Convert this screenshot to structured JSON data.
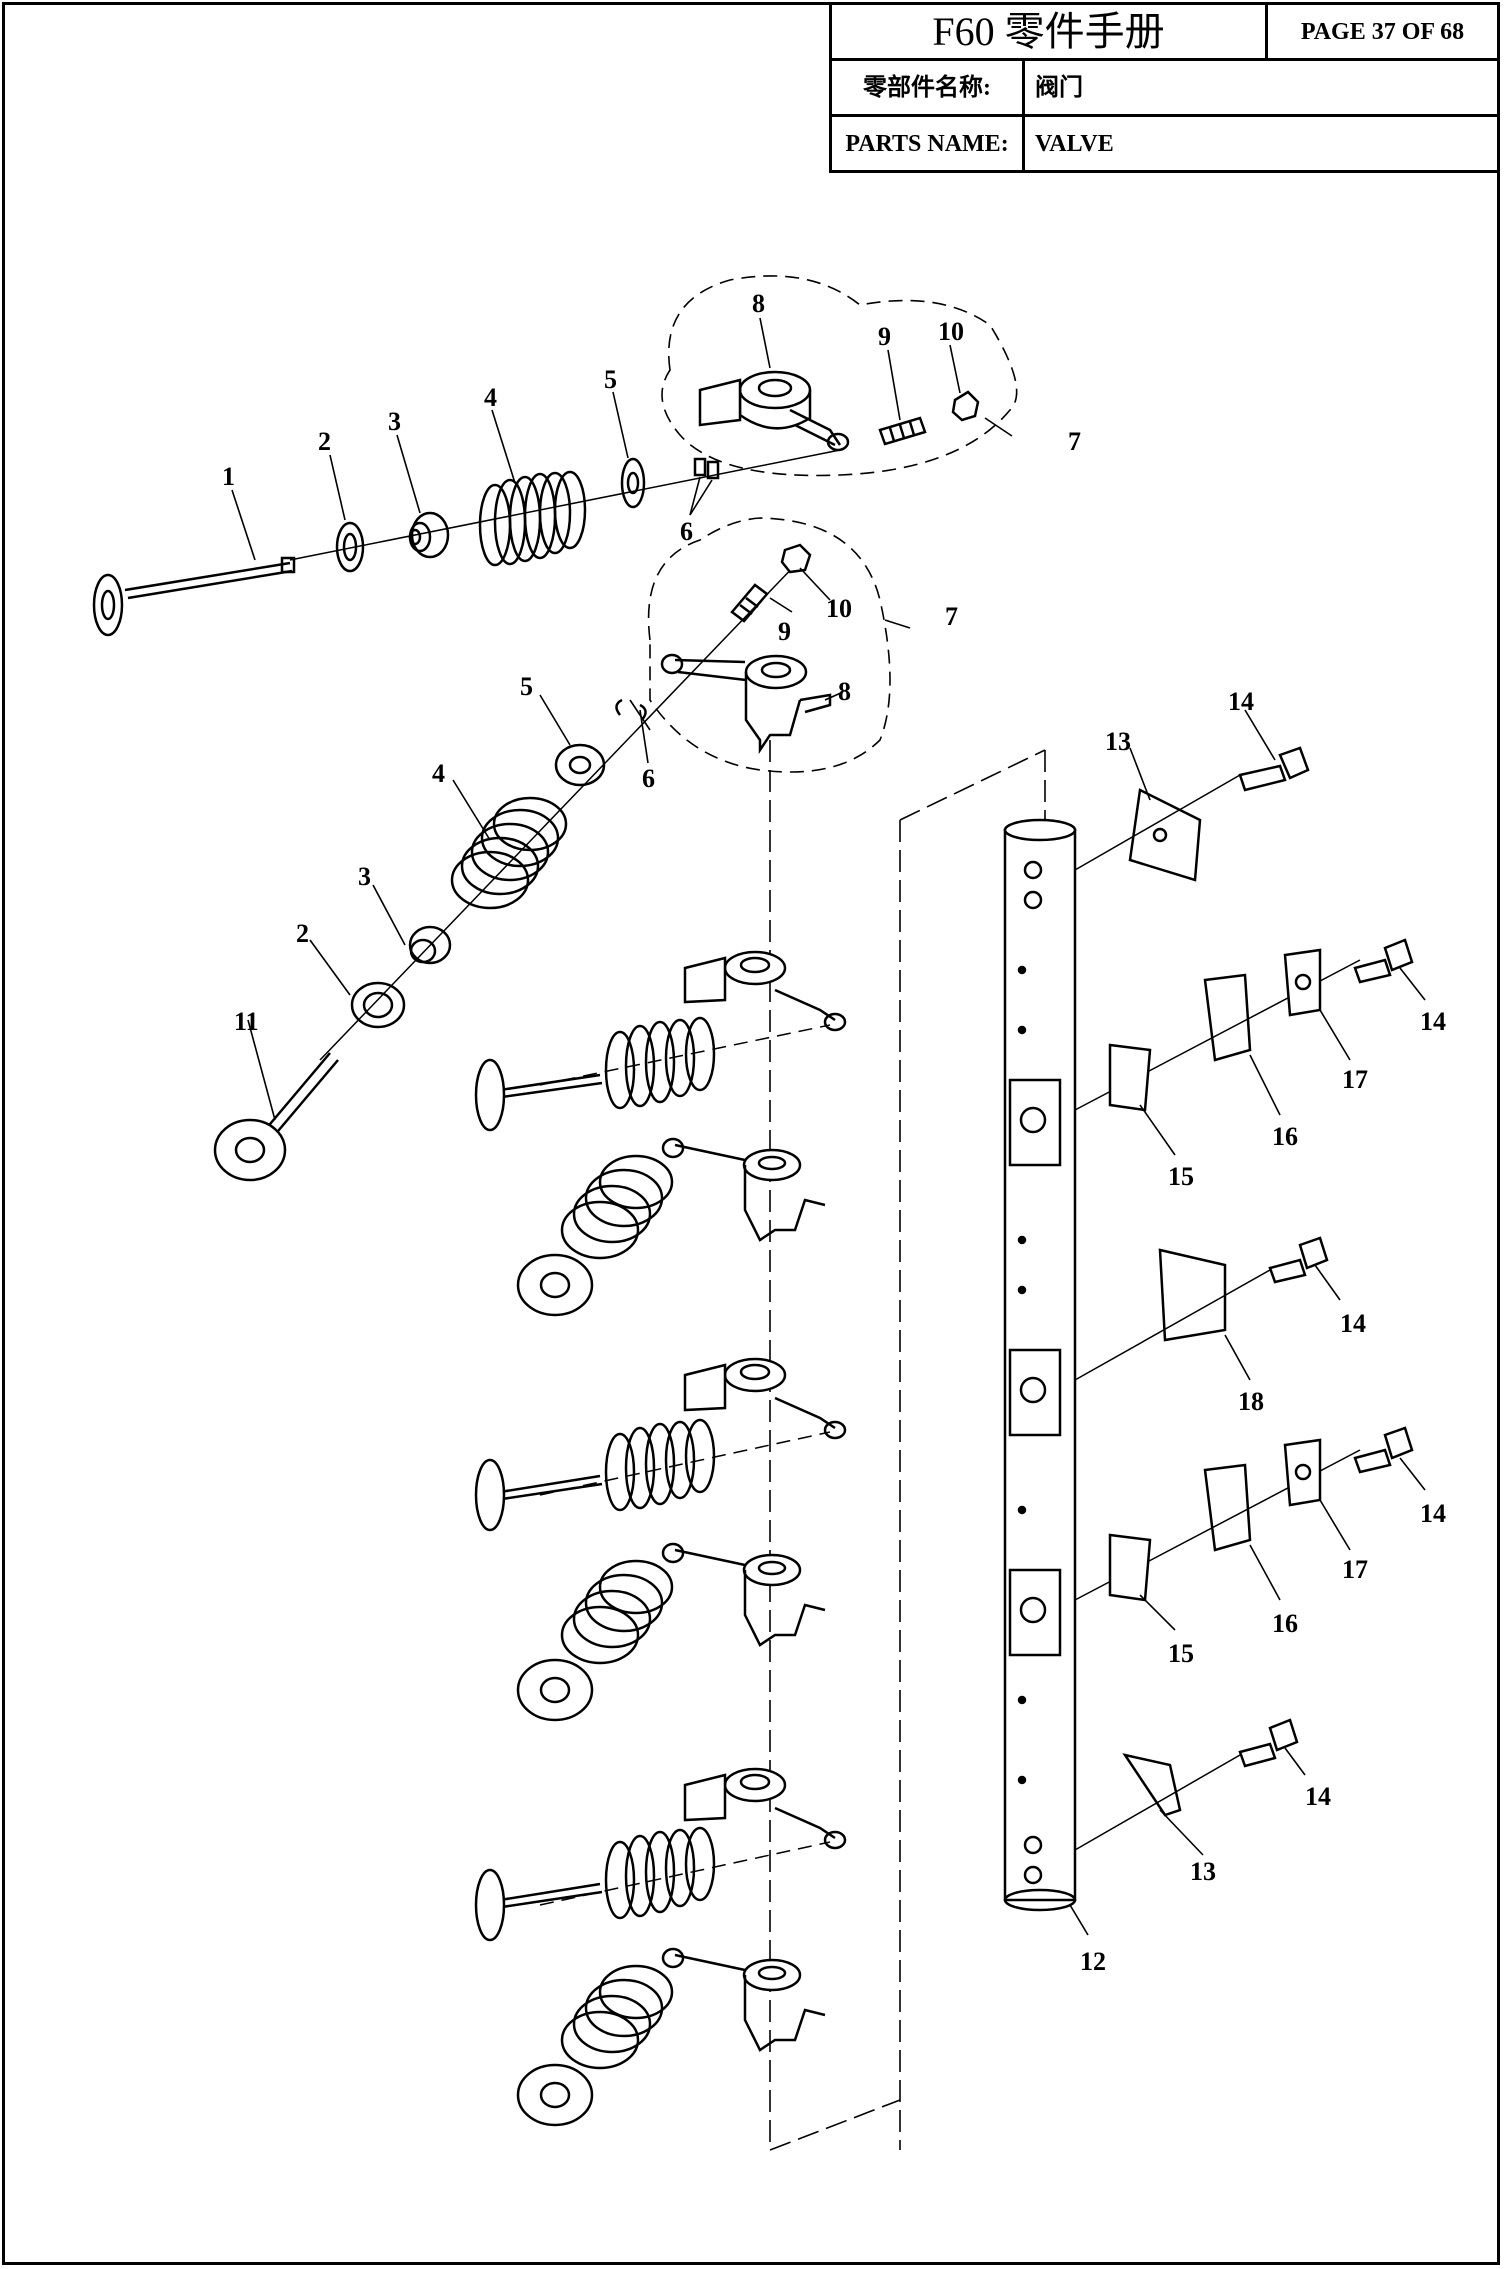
{
  "header": {
    "title": "F60 零件手册",
    "page": "PAGE 37 OF 68",
    "name_cn_label": "零部件名称:",
    "name_cn_value": "阀门",
    "name_en_label": "PARTS NAME:",
    "name_en_value": "VALVE"
  },
  "callouts": {
    "c1": "1",
    "c2a": "2",
    "c3a": "3",
    "c4a": "4",
    "c5a": "5",
    "c6a": "6",
    "c7a": "7",
    "c8a": "8",
    "c9a": "9",
    "c10a": "10",
    "c2b": "2",
    "c3b": "3",
    "c4b": "4",
    "c5b": "5",
    "c6b": "6",
    "c7b": "7",
    "c8b": "8",
    "c9b": "9",
    "c10b": "10",
    "c11": "11",
    "c12": "12",
    "c13a": "13",
    "c13b": "13",
    "c14a": "14",
    "c14b": "14",
    "c14c": "14",
    "c14d": "14",
    "c14e": "14",
    "c15a": "15",
    "c15b": "15",
    "c16a": "16",
    "c16b": "16",
    "c17a": "17",
    "c17b": "17",
    "c18": "18"
  }
}
